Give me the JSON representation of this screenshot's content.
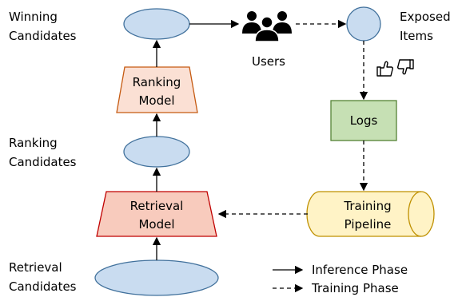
{
  "labels": {
    "winning_line1": "Winning",
    "winning_line2": "Candidates",
    "ranking_line1": "Ranking",
    "ranking_line2": "Candidates",
    "retrieval_line1": "Retrieval",
    "retrieval_line2": "Candidates",
    "exposed_line1": "Exposed",
    "exposed_line2": "Items",
    "users": "Users"
  },
  "boxes": {
    "ranking_model_line1": "Ranking",
    "ranking_model_line2": "Model",
    "retrieval_model_line1": "Retrieval",
    "retrieval_model_line2": "Model",
    "logs": "Logs",
    "training_pipeline_line1": "Training",
    "training_pipeline_line2": "Pipeline"
  },
  "legend": {
    "inference": "Inference Phase",
    "training": "Training Phase"
  },
  "icons": {
    "users": "users-group-icon",
    "feedback": "thumbs-up-down-icon"
  },
  "colors": {
    "ellipse_fill": "#c9dcf0",
    "ranking_model_fill": "#fbe0d4",
    "retrieval_model_fill": "#f8cbbd",
    "logs_fill": "#c6e0b4",
    "pipeline_fill": "#fff3c6"
  }
}
